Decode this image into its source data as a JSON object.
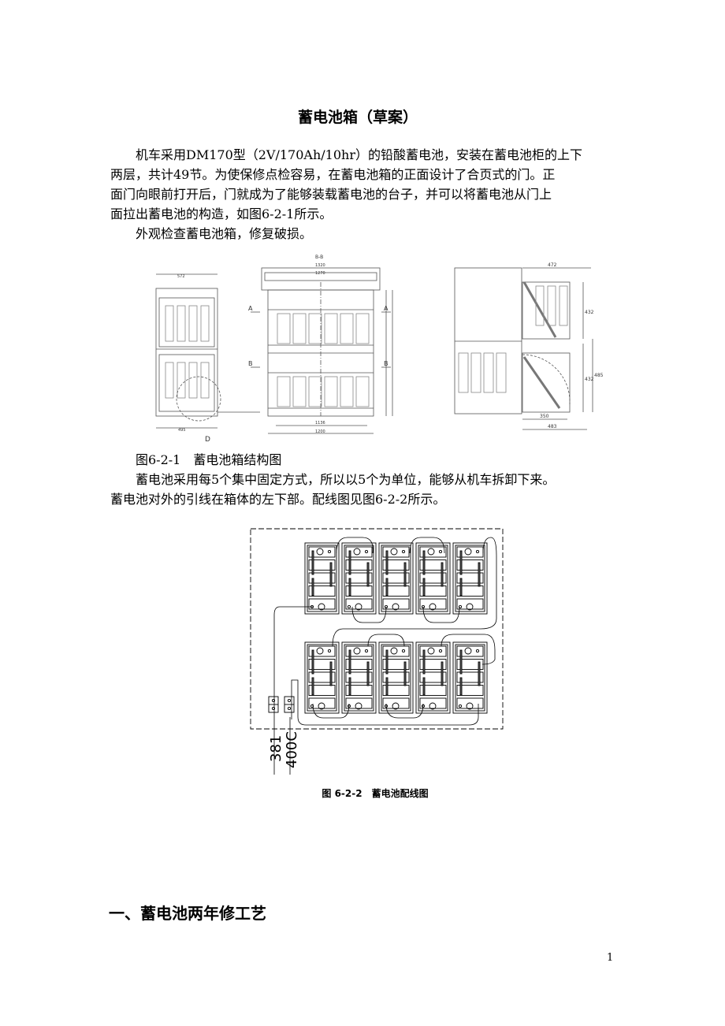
{
  "title": "蓄电池箱（草案）",
  "intro_lines": [
    "机车采用DM170型（2V/170Ah/10hr）的铅酸蓄电池，安装在蓄电池柜的上下",
    "两层，共计49节。为使保修点检容易，在蓄电池箱的正面设计了合页式的门。正",
    "面门向眼前打开后，门就成为了能够装载蓄电池的台子，并可以将蓄电池从门上",
    "面拉出蓄电池的构造，如图6-2-1所示。"
  ],
  "inspect_line": "外观检查蓄电池箱，修复破损。",
  "figure1": {
    "caption": "图6-2-1　蓄电池箱结构图",
    "labels": {
      "section": "B-B",
      "a_left": "A",
      "a_right": "A",
      "b_left": "B",
      "b_right": "B",
      "detail": "D",
      "w1320": "1320",
      "w1270": "1270",
      "w1136": "1136",
      "w1200": "1200",
      "w472": "472",
      "h432a": "432",
      "h432b": "432",
      "h485": "485",
      "w350": "350",
      "w483": "483",
      "w495": "495",
      "w572": "572"
    }
  },
  "para2_lines": [
    "蓄电池采用每5个集中固定方式，所以以5个为单位，能够从机车拆卸下来。",
    "蓄电池对外的引线在箱体的左下部。配线图见图6-2-2所示。"
  ],
  "figure2": {
    "caption": "图 6-2-2　蓄电池配线图",
    "wire_labels": [
      "381",
      "400C"
    ]
  },
  "section_heading": "一、蓄电池两年修工艺",
  "page_number": "1"
}
